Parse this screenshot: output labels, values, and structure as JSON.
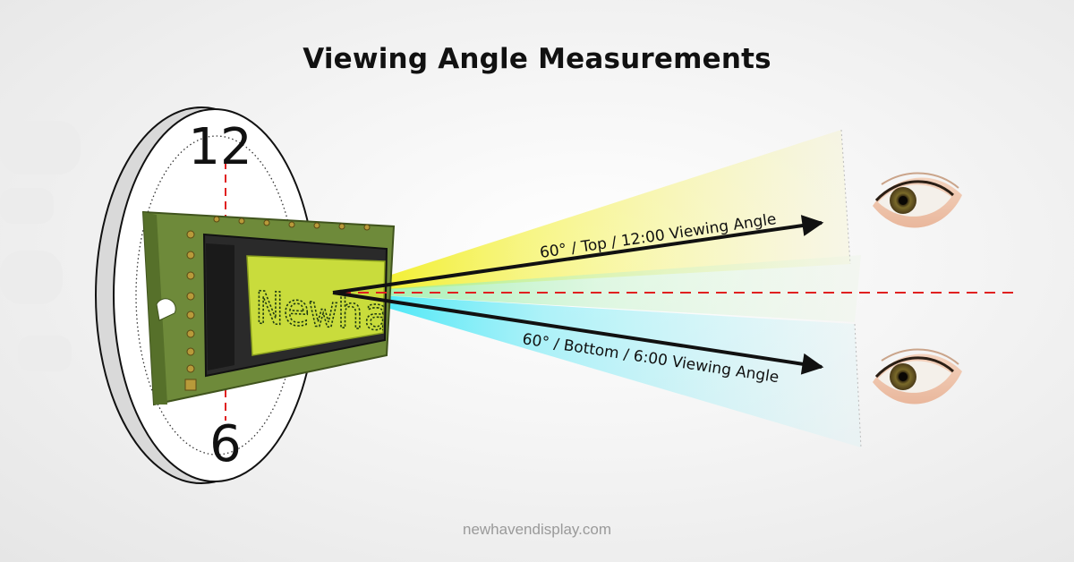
{
  "title": "Viewing Angle Measurements",
  "clock": {
    "top": "12",
    "bottom": "6"
  },
  "lcd": {
    "text": "Newhaven"
  },
  "angles": {
    "top": {
      "label": "60° / Top / 12:00 Viewing Angle",
      "color": "#f2ef1c"
    },
    "bottom": {
      "label": "60° / Bottom / 6:00 Viewing Angle",
      "color": "#2de6f7"
    }
  },
  "colors": {
    "reference_line": "#e02020",
    "lcd_backlight": "#c9dc3c",
    "pcb": "#6e8a3a"
  },
  "footer": {
    "website": "newhavendisplay.com"
  }
}
